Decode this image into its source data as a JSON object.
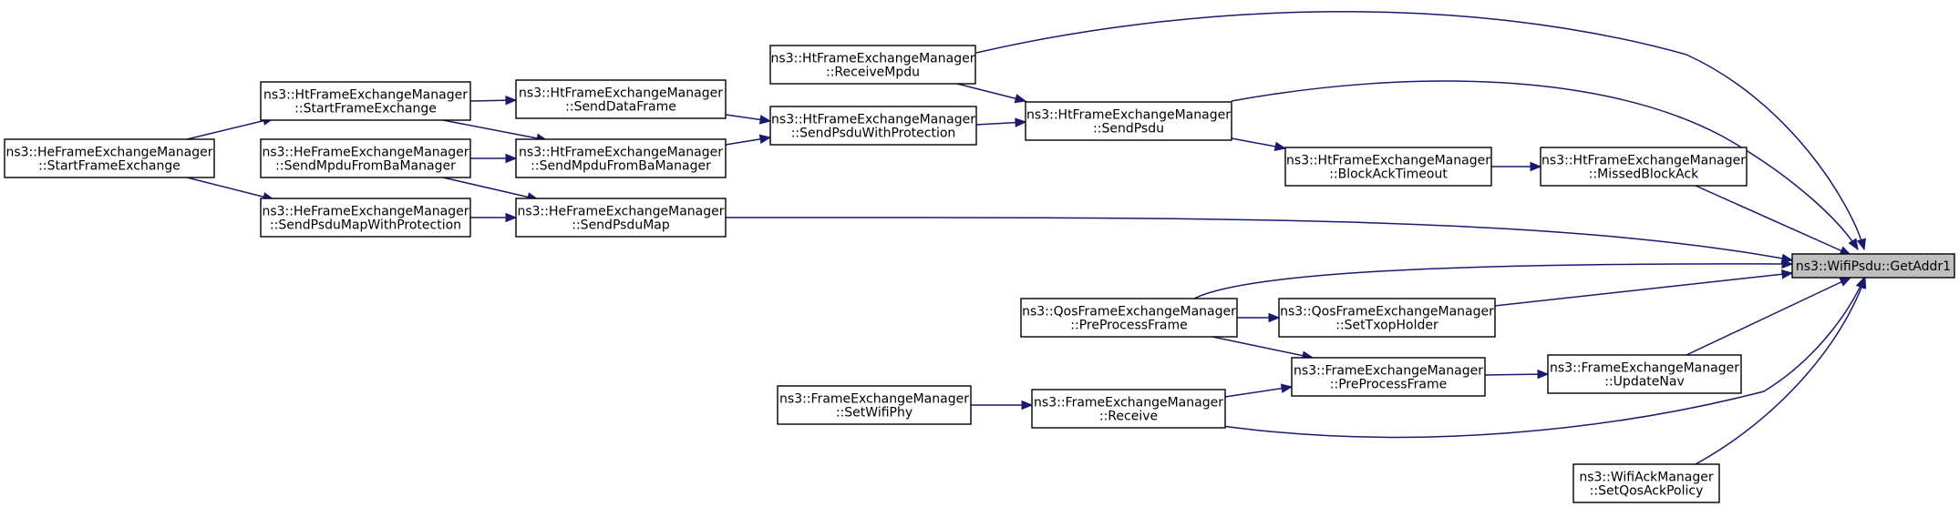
{
  "graph": {
    "nodes": [
      {
        "id": "root",
        "lines": [
          "ns3::WifiPsdu::GetAddr1"
        ]
      },
      {
        "id": "ht_rx",
        "lines": [
          "ns3::HtFrameExchangeManager",
          "::ReceiveMpdu"
        ]
      },
      {
        "id": "ht_sendpsdu",
        "lines": [
          "ns3::HtFrameExchangeManager",
          "::SendPsdu"
        ]
      },
      {
        "id": "ht_start",
        "lines": [
          "ns3::HtFrameExchangeManager",
          "::StartFrameExchange"
        ]
      },
      {
        "id": "ht_senddata",
        "lines": [
          "ns3::HtFrameExchangeManager",
          "::SendDataFrame"
        ]
      },
      {
        "id": "ht_sendpsduprot",
        "lines": [
          "ns3::HtFrameExchangeManager",
          "::SendPsduWithProtection"
        ]
      },
      {
        "id": "he_start",
        "lines": [
          "ns3::HeFrameExchangeManager",
          "::StartFrameExchange"
        ]
      },
      {
        "id": "he_sendmpdu",
        "lines": [
          "ns3::HeFrameExchangeManager",
          "::SendMpduFromBaManager"
        ]
      },
      {
        "id": "ht_sendmpdu",
        "lines": [
          "ns3::HtFrameExchangeManager",
          "::SendMpduFromBaManager"
        ]
      },
      {
        "id": "ht_blockack",
        "lines": [
          "ns3::HtFrameExchangeManager",
          "::BlockAckTimeout"
        ]
      },
      {
        "id": "ht_missed",
        "lines": [
          "ns3::HtFrameExchangeManager",
          "::MissedBlockAck"
        ]
      },
      {
        "id": "he_sendmapprot",
        "lines": [
          "ns3::HeFrameExchangeManager",
          "::SendPsduMapWithProtection"
        ]
      },
      {
        "id": "he_sendmap",
        "lines": [
          "ns3::HeFrameExchangeManager",
          "::SendPsduMap"
        ]
      },
      {
        "id": "qos_pre",
        "lines": [
          "ns3::QosFrameExchangeManager",
          "::PreProcessFrame"
        ]
      },
      {
        "id": "qos_txop",
        "lines": [
          "ns3::QosFrameExchangeManager",
          "::SetTxopHolder"
        ]
      },
      {
        "id": "fem_pre",
        "lines": [
          "ns3::FrameExchangeManager",
          "::PreProcessFrame"
        ]
      },
      {
        "id": "fem_nav",
        "lines": [
          "ns3::FrameExchangeManager",
          "::UpdateNav"
        ]
      },
      {
        "id": "fem_phy",
        "lines": [
          "ns3::FrameExchangeManager",
          "::SetWifiPhy"
        ]
      },
      {
        "id": "fem_rx",
        "lines": [
          "ns3::FrameExchangeManager",
          "::Receive"
        ]
      },
      {
        "id": "ack_policy",
        "lines": [
          "ns3::WifiAckManager",
          "::SetQosAckPolicy"
        ]
      }
    ],
    "edges": [
      {
        "from": "ht_rx",
        "to": "root"
      },
      {
        "from": "ht_rx",
        "to": "ht_sendpsdu"
      },
      {
        "from": "ht_sendpsdu",
        "to": "root"
      },
      {
        "from": "ht_sendpsdu",
        "to": "ht_blockack"
      },
      {
        "from": "ht_sendpsduprot",
        "to": "ht_sendpsdu"
      },
      {
        "from": "ht_senddata",
        "to": "ht_sendpsduprot"
      },
      {
        "from": "ht_sendmpdu",
        "to": "ht_sendpsduprot"
      },
      {
        "from": "ht_start",
        "to": "ht_senddata"
      },
      {
        "from": "ht_start",
        "to": "ht_sendmpdu"
      },
      {
        "from": "he_sendmpdu",
        "to": "ht_sendmpdu"
      },
      {
        "from": "he_start",
        "to": "ht_start"
      },
      {
        "from": "he_start",
        "to": "he_sendmapprot"
      },
      {
        "from": "he_sendmapprot",
        "to": "he_sendmap"
      },
      {
        "from": "ht_sendmpdu",
        "to": "he_sendmap"
      },
      {
        "from": "he_sendmap",
        "to": "root"
      },
      {
        "from": "ht_blockack",
        "to": "ht_missed"
      },
      {
        "from": "ht_missed",
        "to": "root"
      },
      {
        "from": "qos_pre",
        "to": "root"
      },
      {
        "from": "qos_pre",
        "to": "qos_txop"
      },
      {
        "from": "qos_txop",
        "to": "root"
      },
      {
        "from": "qos_pre",
        "to": "fem_pre"
      },
      {
        "from": "fem_pre",
        "to": "fem_nav"
      },
      {
        "from": "fem_nav",
        "to": "root"
      },
      {
        "from": "fem_rx",
        "to": "fem_pre"
      },
      {
        "from": "fem_phy",
        "to": "fem_rx"
      },
      {
        "from": "fem_rx",
        "to": "root"
      },
      {
        "from": "ack_policy",
        "to": "root"
      }
    ]
  }
}
